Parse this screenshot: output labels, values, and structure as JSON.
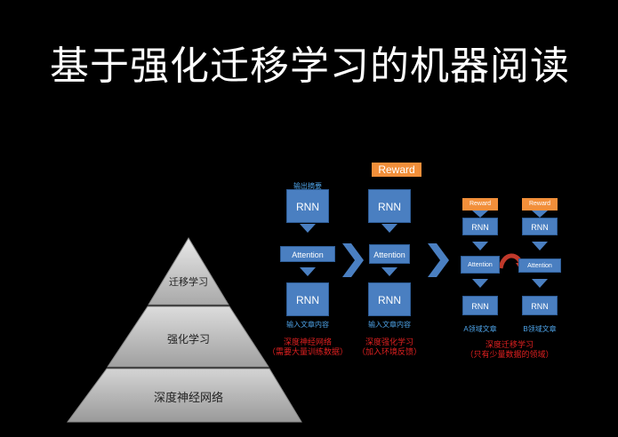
{
  "title": "基于强化迁移学习的机器阅读",
  "pyramid": {
    "top": "迁移学习",
    "middle": "强化学习",
    "bottom": "深度神经网络"
  },
  "col1": {
    "output_label": "输出摘要",
    "rnn_top": "RNN",
    "attention": "Attention",
    "rnn_bottom": "RNN",
    "input_label": "输入文章内容",
    "caption_line1": "深度神经网络",
    "caption_line2": "（需要大量训练数据）"
  },
  "col2": {
    "reward": "Reward",
    "rnn_top": "RNN",
    "attention": "Attention",
    "rnn_bottom": "RNN",
    "input_label": "输入文章内容",
    "caption_line1": "深度强化学习",
    "caption_line2": "（加入环境反馈）"
  },
  "col3a": {
    "reward": "Reward",
    "rnn_top": "RNN",
    "attention": "Attention",
    "rnn_bottom": "RNN",
    "input_label": "A领域文章"
  },
  "col3b": {
    "reward": "Reward",
    "rnn_top": "RNN",
    "attention": "Attention",
    "rnn_bottom": "RNN",
    "input_label": "B领域文章"
  },
  "col3_caption": {
    "line1": "深度迁移学习",
    "line2": "（只有少量数据的领域）"
  },
  "colors": {
    "box_blue": "#4a7fc1",
    "reward_orange": "#f28f3a",
    "caption_red": "#e02020",
    "label_blue": "#4ea3e8",
    "pyramid_gray": "#bfbfbf"
  }
}
